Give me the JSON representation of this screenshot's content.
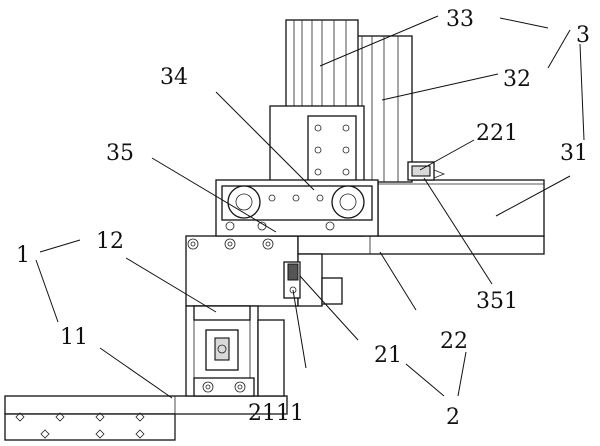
{
  "labels": {
    "l1": "1",
    "l2": "2",
    "l3": "3",
    "l11": "11",
    "l12": "12",
    "l21": "21",
    "l22": "22",
    "l31": "31",
    "l32": "32",
    "l33": "33",
    "l34": "34",
    "l35": "35",
    "l221": "221",
    "l351": "351",
    "l2111": "2111"
  }
}
